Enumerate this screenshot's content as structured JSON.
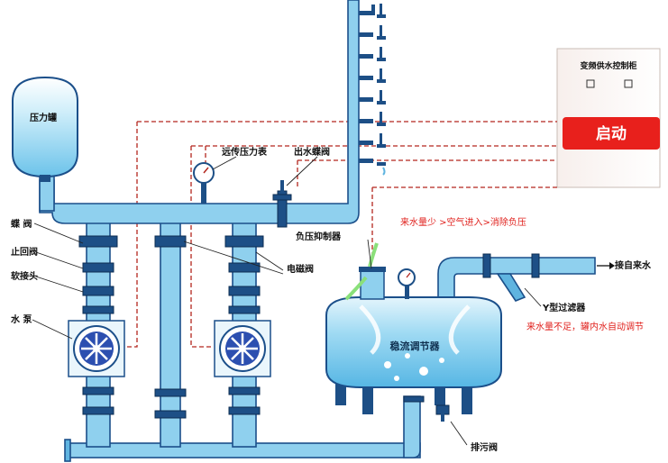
{
  "labels": {
    "pressure_tank": "压力罐",
    "butterfly_valve": "蝶 阀",
    "check_valve": "止回阀",
    "soft_joint": "软接头",
    "water_pump": "水 泵",
    "remote_gauge": "远传压力表",
    "outlet_valve": "出水蝶阀",
    "negative_pressure_suppressor": "负压抑制器",
    "solenoid_valve": "电磁阀",
    "stabilizer_tank": "稳流调节器",
    "y_filter": "Y型过滤器",
    "inlet": "接自来水",
    "drain_valve": "排污阀",
    "cabinet_title": "变频供水控制柜",
    "start_button": "启动"
  },
  "notes": {
    "air_note": "来水量少 >空气进入>消除负压",
    "auto_adjust_note": "来水量不足，罐内水自动调节"
  },
  "colors": {
    "pipe": "#8fd0ee",
    "pipe_outline": "#1b4f8a",
    "signal_line": "#b3261e",
    "start_button": "#e8201c",
    "note_text": "#e0201c",
    "cabinet": "#fdf8f6"
  }
}
